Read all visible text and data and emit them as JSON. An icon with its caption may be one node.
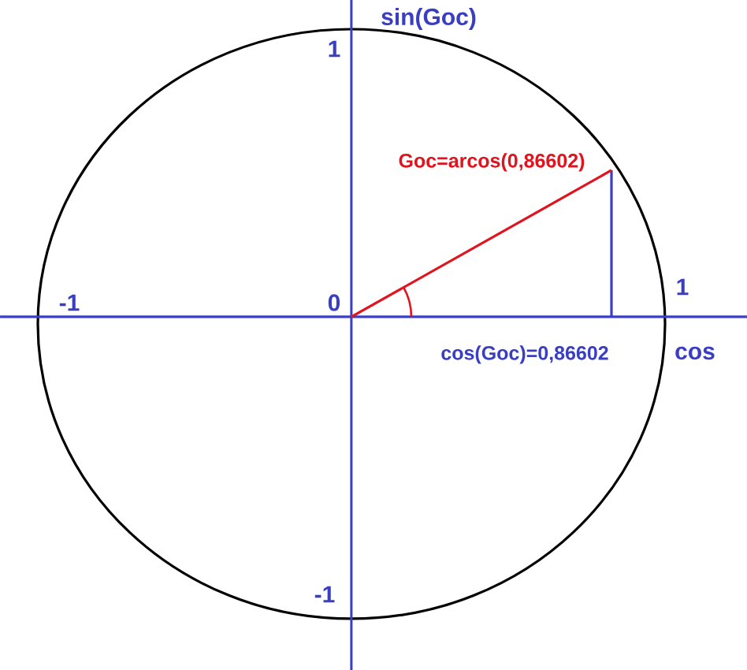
{
  "diagram": {
    "labels": [
      "sin(Goc)",
      "1",
      "Goc=arcos(0,86602)",
      "-1",
      "0",
      "1",
      "cos",
      "cos(Goc)=0,86602",
      "-1"
    ]
  }
}
